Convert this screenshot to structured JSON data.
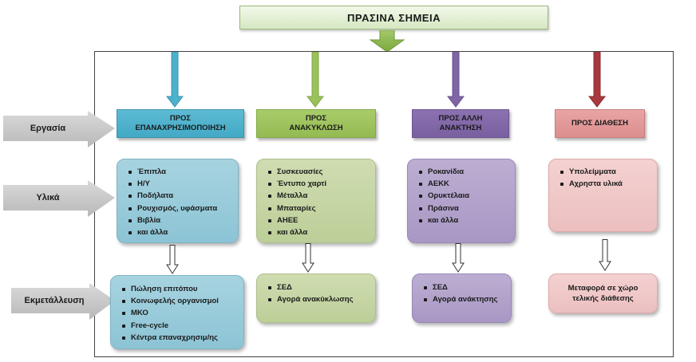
{
  "title": "ΠΡΑΣΙΝΑ ΣΗΜΕΙΑ",
  "row_labels": {
    "work": "Εργασία",
    "materials": "Υλικά",
    "exploitation": "Εκμετάλλευση"
  },
  "columns": [
    {
      "header": "ΠΡΟΣ\nΕΠΑΝΑΧΡΗΣΙΜΟΠΟΙΗΣΗ",
      "color": "#4bb1cc",
      "materials": [
        "Έπιπλα",
        "Η/Υ",
        "Ποδήλατα",
        "Ρουχισμός, υφάσματα",
        "Βιβλία",
        "και άλλα"
      ],
      "uses": [
        "Πώληση επιτόπου",
        "Κοινωφελής οργανισμοί",
        "ΜΚΟ",
        "Free-cycle",
        "Κέντρα επαναχρησιμ/ης"
      ]
    },
    {
      "header": "ΠΡΟΣ\nΑΝΑΚΥΚΛΩΣΗ",
      "color": "#9bc25a",
      "materials": [
        "Συσκευασίες",
        "Έντυπο χαρτί",
        "Μέταλλα",
        "Μπαταρίες",
        "ΑΗΕΕ",
        "και άλλα"
      ],
      "uses": [
        "ΣΕΔ",
        "Αγορά ανακύκλωσης"
      ]
    },
    {
      "header": "ΠΡΟΣ ΑΛΛΗ\nΑΝΑΚΤΗΣΗ",
      "color": "#7f65a6",
      "materials": [
        "Ροκανίδια",
        "ΑΕΚΚ",
        "Ορυκτέλαια",
        "Πράσινα",
        "και άλλα"
      ],
      "uses": [
        "ΣΕΔ",
        "Αγορά ανάκτησης"
      ]
    },
    {
      "header": "ΠΡΟΣ ΔΙΑΘΕΣΗ",
      "color": "#e29a9a",
      "materials": [
        "Υπολείμματα",
        "Αχρηστα υλικά"
      ],
      "uses_text": "Μεταφορά σε χώρο\nτελικής διάθεσης"
    }
  ]
}
